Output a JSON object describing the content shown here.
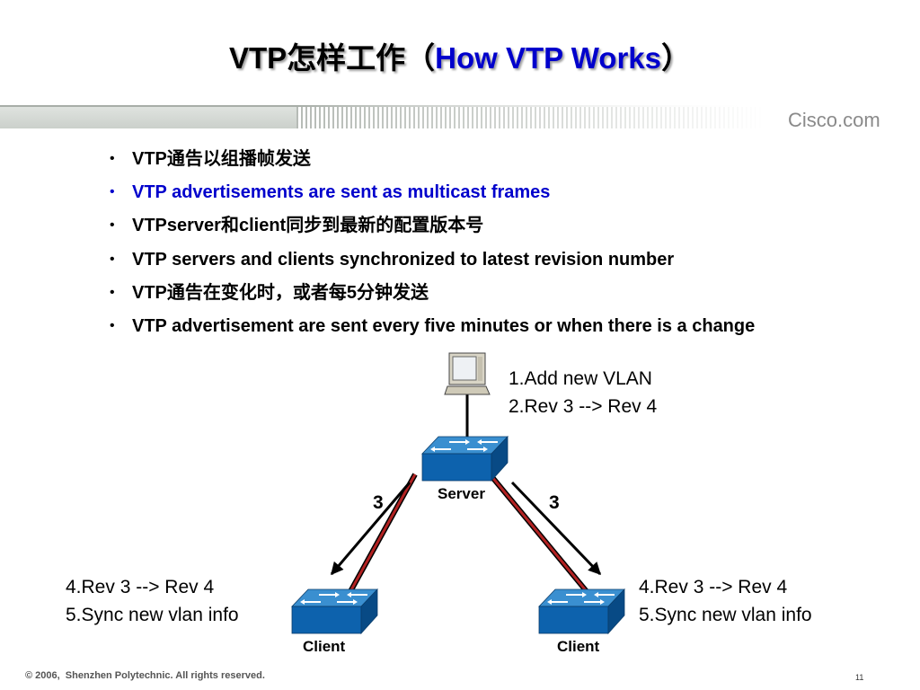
{
  "title": {
    "prefix": "VTP怎样工作（",
    "english": "How VTP Works",
    "suffix": "）"
  },
  "header": {
    "logo": "Cisco.com"
  },
  "bullets": [
    {
      "text": "VTP通告以组播帧发送",
      "highlight": false
    },
    {
      "text": "VTP advertisements are sent as multicast frames",
      "highlight": true
    },
    {
      "text": "VTPserver和client同步到最新的配置版本号",
      "highlight": false
    },
    {
      "text": "VTP servers and clients synchronized to latest revision number",
      "highlight": false
    },
    {
      "text": "VTP通告在变化时，或者每5分钟发送",
      "highlight": false
    },
    {
      "text": "VTP advertisement are sent every five minutes or when there is a change",
      "highlight": false
    }
  ],
  "diagram": {
    "server": {
      "label": "Server",
      "notes": [
        "1.Add new VLAN",
        "2.Rev 3 --> Rev 4"
      ]
    },
    "clients": [
      {
        "label": "Client",
        "notes": [
          "4.Rev 3 --> Rev 4",
          "5.Sync new vlan info"
        ]
      },
      {
        "label": "Client",
        "notes": [
          "4.Rev 3 --> Rev 4",
          "5.Sync new vlan info"
        ]
      }
    ],
    "advertised_revisions": [
      "3",
      "3"
    ],
    "icons": {
      "workstation": "pc-icon",
      "switch": "switch-icon",
      "advertisement": "arrow-icon",
      "bullet": "bullet-icon"
    }
  },
  "footer": {
    "copyright": "© 2006,  Shenzhen Polytechnic. All rights reserved.",
    "page_number": "11"
  },
  "colors": {
    "text": "#000000",
    "accent": "#0000cc",
    "link": "#b22222",
    "switch_top": "#3a8fd0",
    "switch_front": "#0d62ad",
    "switch_side": "#084a85",
    "pc_body": "#d9d5c6"
  }
}
